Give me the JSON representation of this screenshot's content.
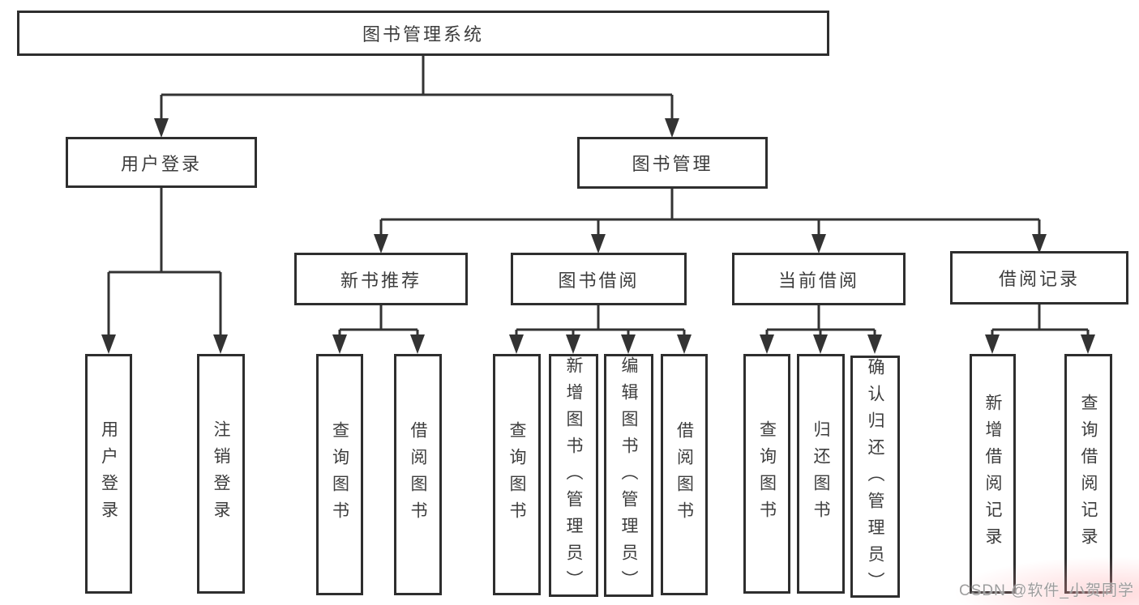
{
  "diagram": {
    "title": "图书管理系统",
    "type": "hierarchy-tree",
    "line_color": "#333333",
    "box_border_color": "#2e2e2e",
    "text_color": "#3d3d3d",
    "watermark_text": "CSDN @软件_小贺同学",
    "watermark_color": "#9d9d9d"
  },
  "nodes": {
    "root": {
      "label": "图书管理系统"
    },
    "userLogin": {
      "label": "用户登录"
    },
    "bookMgmt": {
      "label": "图书管理"
    },
    "newBook": {
      "label": "新书推荐"
    },
    "bookBorrow": {
      "label": "图书借阅"
    },
    "currentBorrow": {
      "label": "当前借阅"
    },
    "borrowRecord": {
      "label": "借阅记录"
    },
    "leafUserLogin": {
      "label": "用户登录"
    },
    "leafLogout": {
      "label": "注销登录"
    },
    "leafQueryBook1": {
      "label": "查询图书"
    },
    "leafBorrowBook1": {
      "label": "借阅图书"
    },
    "leafQueryBook2": {
      "label": "查询图书"
    },
    "leafAddBook": {
      "label": "新增图书（管理员）"
    },
    "leafEditBook": {
      "label": "编辑图书（管理员）"
    },
    "leafBorrowBook2": {
      "label": "借阅图书"
    },
    "leafQueryBook3": {
      "label": "查询图书"
    },
    "leafReturnBook": {
      "label": "归还图书"
    },
    "leafConfirmRet": {
      "label": "确认归还（管理员）"
    },
    "leafAddRecord": {
      "label": "新增借阅记录"
    },
    "leafQueryRecord": {
      "label": "查询借阅记录"
    }
  },
  "tree": {
    "root": "图书管理系统",
    "children": [
      {
        "label": "用户登录",
        "children": [
          "用户登录",
          "注销登录"
        ]
      },
      {
        "label": "图书管理",
        "children": [
          {
            "label": "新书推荐",
            "children": [
              "查询图书",
              "借阅图书"
            ]
          },
          {
            "label": "图书借阅",
            "children": [
              "查询图书",
              "新增图书（管理员）",
              "编辑图书（管理员）",
              "借阅图书"
            ]
          },
          {
            "label": "当前借阅",
            "children": [
              "查询图书",
              "归还图书",
              "确认归还（管理员）"
            ]
          },
          {
            "label": "借阅记录",
            "children": [
              "新增借阅记录",
              "查询借阅记录"
            ]
          }
        ]
      }
    ]
  }
}
